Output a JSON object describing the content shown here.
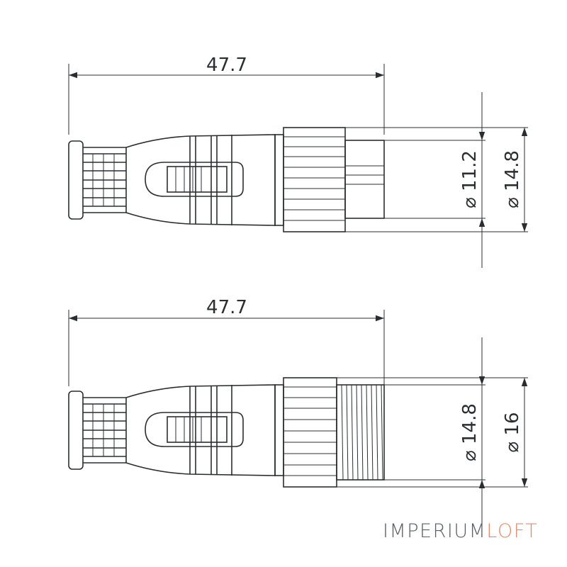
{
  "top_view": {
    "length_label": "47.7",
    "inner_diameter_label": "⌀ 11.2",
    "outer_diameter_label": "⌀ 14.8"
  },
  "bottom_view": {
    "length_label": "47.7",
    "inner_diameter_label": "⌀ 14.8",
    "outer_diameter_label": "⌀ 16"
  },
  "logo": {
    "part1": "IMPERIUM",
    "part2": "LOFT",
    "color_part1": "#5a5f63",
    "color_part2": "#e58a6b"
  },
  "colors": {
    "line": "#2a2e30"
  }
}
